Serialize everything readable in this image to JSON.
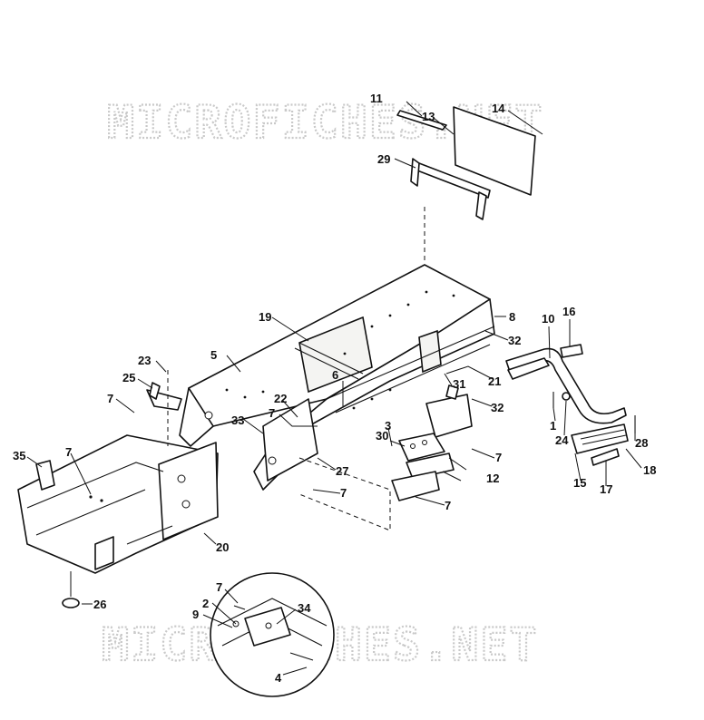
{
  "watermark": {
    "text": "MICROFICHES.NET",
    "color": "#c9c9c9"
  },
  "callouts": {
    "c1": "1",
    "c2": "2",
    "c3": "3",
    "c4": "4",
    "c5": "5",
    "c6": "6",
    "c7": "7",
    "c8": "8",
    "c9": "9",
    "c10": "10",
    "c11": "11",
    "c12": "12",
    "c13": "13",
    "c14": "14",
    "c15": "15",
    "c16": "16",
    "c17": "17",
    "c18": "18",
    "c19": "19",
    "c20": "20",
    "c21": "21",
    "c22": "22",
    "c23": "23",
    "c24": "24",
    "c25": "25",
    "c26": "26",
    "c27": "27",
    "c28": "28",
    "c29": "29",
    "c30": "30",
    "c31": "31",
    "c32": "32",
    "c33": "33",
    "c34": "34",
    "c35": "35"
  },
  "colors": {
    "ink": "#111111",
    "paper": "#ffffff",
    "watermark": "#c9c9c9"
  }
}
